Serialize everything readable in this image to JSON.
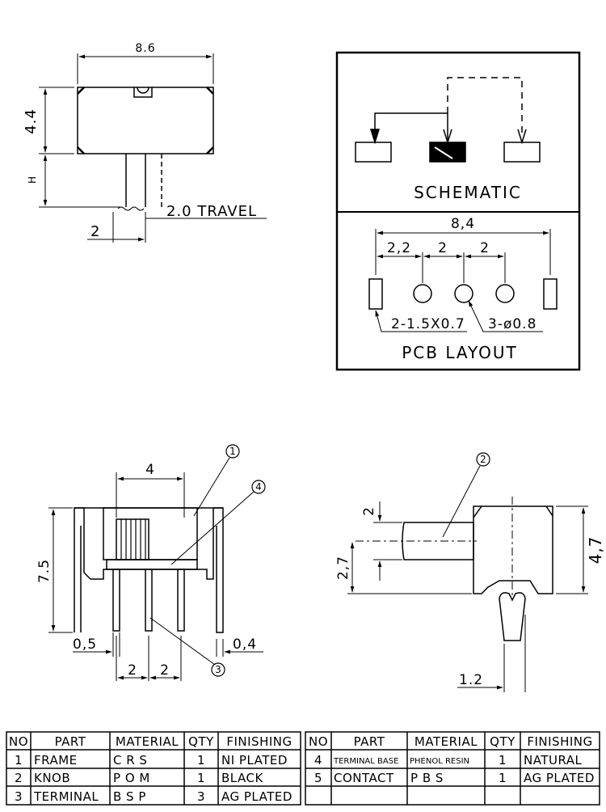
{
  "side_view": {
    "width_dim": "8.6",
    "height_dim": "4.4",
    "h_label": "H",
    "travel_label": "2.0 TRAVEL",
    "knob_dim": "2"
  },
  "schematic": {
    "title": "SCHEMATIC"
  },
  "pcb_layout": {
    "title": "PCB LAYOUT",
    "overall_dim": "8,4",
    "pitch_a": "2,2",
    "pitch_b": "2",
    "pitch_c": "2",
    "slot_note": "2-1.5X0.7",
    "hole_note": "3-ø0.8"
  },
  "front_view": {
    "knob_width": "4",
    "height": "7.5",
    "pin_width": "0,5",
    "pin_thickness": "0,4",
    "pitch_a": "2",
    "pitch_b": "2",
    "balloon_1": "1",
    "balloon_3": "3",
    "balloon_4": "4"
  },
  "end_view": {
    "knob_dim": "2",
    "knob_height": "2,7",
    "body_height": "4,7",
    "pin_width": "1.2",
    "balloon_2": "2"
  },
  "parts_table": {
    "headers": [
      "NO",
      "PART",
      "MATERIAL",
      "QTY",
      "FINISHING"
    ],
    "left_rows": [
      [
        "1",
        "FRAME",
        "C R S",
        "1",
        "NI PLATED"
      ],
      [
        "2",
        "KNOB",
        "P O M",
        "1",
        "BLACK"
      ],
      [
        "3",
        "TERMINAL",
        "B S P",
        "3",
        "AG PLATED"
      ]
    ],
    "right_rows": [
      [
        "4",
        "TERMINAL BASE",
        "PHENOL RESIN",
        "1",
        "NATURAL"
      ],
      [
        "5",
        "CONTACT",
        "P B S",
        "1",
        "AG PLATED"
      ]
    ]
  }
}
